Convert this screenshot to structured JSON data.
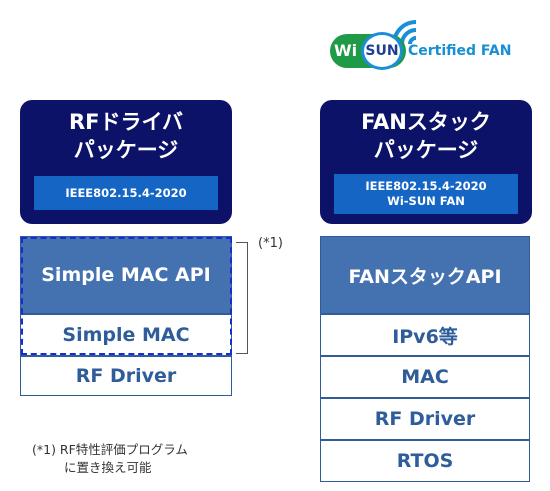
{
  "logo": {
    "wi": "Wi",
    "sun": "SUN",
    "certified": "Certified FAN",
    "colors": {
      "green": "#1f9a47",
      "blue": "#1a8fd8",
      "navy": "#1d3f93"
    }
  },
  "left": {
    "package_title_line1": "RFドライバ",
    "package_title_line2": "パッケージ",
    "standard": "IEEE802.15.4-2020",
    "layers": [
      "Simple MAC API",
      "Simple MAC",
      "RF Driver"
    ]
  },
  "right": {
    "package_title_line1": "FANスタック",
    "package_title_line2": "パッケージ",
    "standard_line1": "IEEE802.15.4-2020",
    "standard_line2": "Wi-SUN FAN",
    "layers": [
      "FANスタックAPI",
      "IPv6等",
      "MAC",
      "RF Driver",
      "RTOS"
    ]
  },
  "annotation": {
    "marker": "(*1)",
    "note_line1": "(*1) RF特性評価プログラム",
    "note_line2": "に置き換え可能"
  },
  "colors": {
    "package_bg": "#0d1269",
    "package_inner": "#1566c4",
    "layer_border": "#2e5d99",
    "api_bg": "#4472b0",
    "dashed": "#1a2bd6"
  }
}
